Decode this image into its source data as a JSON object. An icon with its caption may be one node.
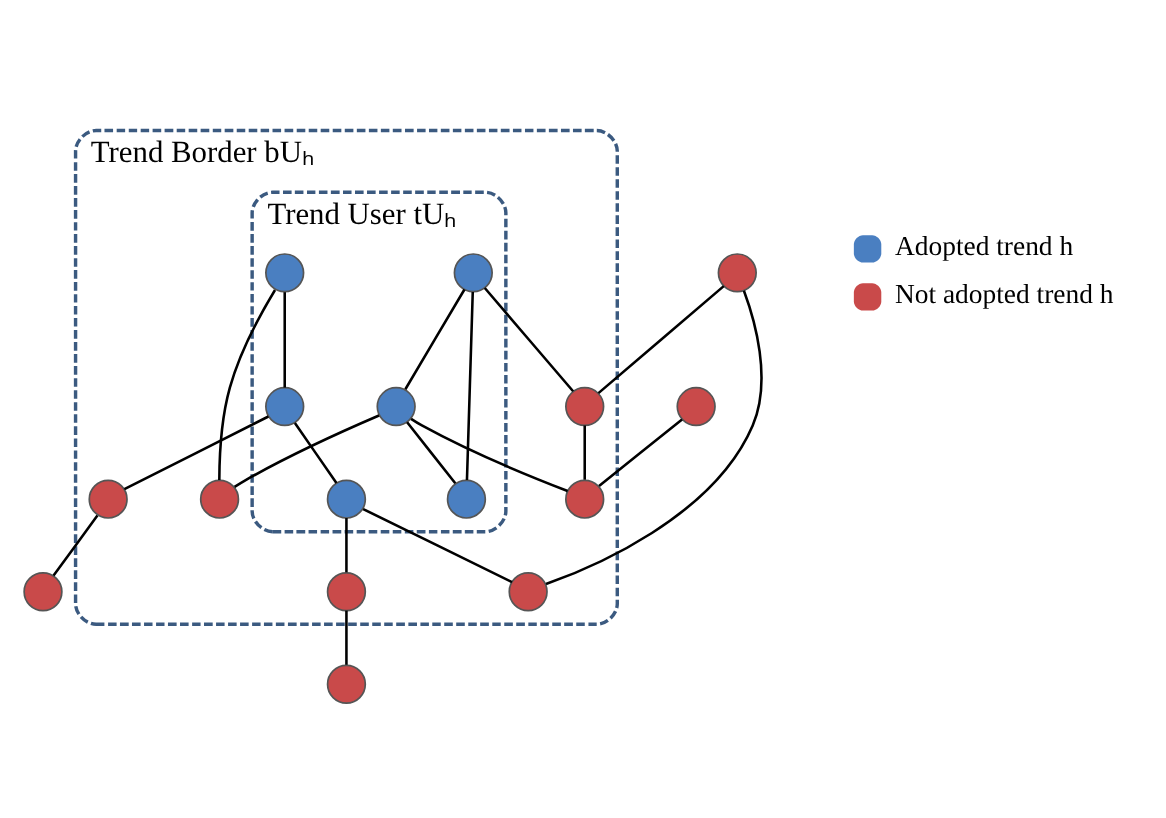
{
  "diagram": {
    "nodes": [
      {
        "text": [
          "Trend Border bUₕ"
        ]
      },
      {
        "text": [
          "Trend User tUₕ"
        ],
        "in": 0
      },
      {
        "text": [],
        "shape": "circle"
      },
      {
        "text": [],
        "shape": "circle"
      },
      {
        "text": [],
        "shape": "circle",
        "in": 0
      },
      {
        "text": [],
        "shape": "circle",
        "in": 0
      },
      {
        "text": [],
        "shape": "circle",
        "in": 0
      },
      {
        "text": [],
        "shape": "circle"
      },
      {
        "text": [],
        "shape": "circle",
        "in": 1
      },
      {
        "text": [],
        "shape": "circle",
        "in": 0
      },
      {
        "text": [],
        "shape": "circle",
        "in": 1
      },
      {
        "text": [],
        "shape": "circle",
        "in": 1
      },
      {
        "text": [],
        "shape": "circle",
        "in": 1
      },
      {
        "text": [],
        "shape": "circle",
        "in": 0
      },
      {
        "text": [],
        "shape": "circle"
      },
      {
        "text": [],
        "shape": "circle",
        "in": 1
      },
      {
        "text": [],
        "shape": "circle",
        "in": 1
      },
      {
        "text": [],
        "shape": "circle",
        "in": 0
      }
    ],
    "edges": [
      {
        "from": 3,
        "to": 6,
        "arrow": "none"
      },
      {
        "from": 2,
        "to": 4,
        "arrow": "none"
      },
      {
        "from": 2,
        "to": 5,
        "arrow": "none"
      },
      {
        "from": 4,
        "to": 6,
        "arrow": "none"
      },
      {
        "from": 4,
        "to": 8,
        "arrow": "none"
      },
      {
        "from": 6,
        "to": 10,
        "arrow": "none"
      },
      {
        "from": 8,
        "to": 10,
        "arrow": "none"
      },
      {
        "from": 8,
        "to": 12,
        "arrow": "none"
      },
      {
        "from": 10,
        "to": 12,
        "arrow": "none"
      },
      {
        "from": 10,
        "to": 13,
        "arrow": "none"
      },
      {
        "from": 13,
        "to": 16,
        "arrow": "none"
      },
      {
        "from": 16,
        "to": 15,
        "arrow": "none"
      },
      {
        "from": 15,
        "to": 11,
        "arrow": "none"
      },
      {
        "from": 11,
        "to": 5,
        "arrow": "none"
      },
      {
        "from": 11,
        "to": 9,
        "arrow": "none"
      },
      {
        "from": 9,
        "to": 7,
        "arrow": "none"
      },
      {
        "from": 15,
        "to": 17,
        "arrow": "none"
      },
      {
        "from": 17,
        "to": 14,
        "arrow": "none"
      }
    ],
    "legend": [
      {
        "text": "Adopted trend h",
        "color": "#4a7fc1"
      },
      {
        "text": "Not adopted trend h",
        "color": "#c94a4a"
      }
    ]
  }
}
